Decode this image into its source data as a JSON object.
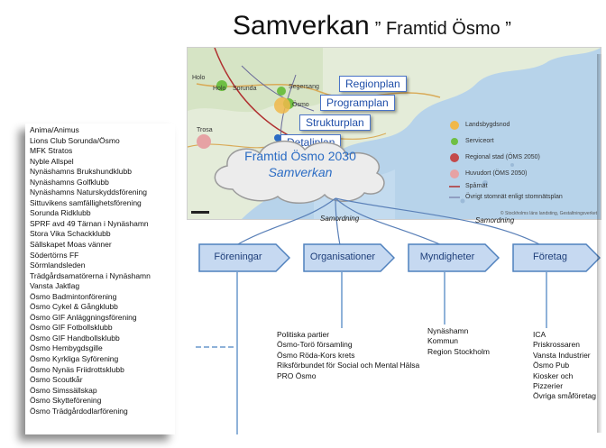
{
  "title": {
    "main": "Samverkan",
    "sub": "” Framtid Ösmo ”"
  },
  "map": {
    "places": [
      "Sorunda",
      "Holo",
      "Segersang",
      "Ösmo",
      "Trosa"
    ],
    "plans": [
      "Regionplan",
      "Programplan",
      "Strukturplan",
      "Detaljplan"
    ],
    "legend": [
      {
        "label": "Landsbygdsnod",
        "color": "#f0b84a",
        "shape": "circle"
      },
      {
        "label": "Serviceort",
        "color": "#6fbf44",
        "shape": "circle"
      },
      {
        "label": "Regional stad (ÖMS 2050)",
        "color": "#c3494b",
        "shape": "circle"
      },
      {
        "label": "Huvudort (ÖMS 2050)",
        "color": "#e6a2a4",
        "shape": "circle"
      },
      {
        "label": "Spårnät",
        "color": "#b03030",
        "shape": "line"
      },
      {
        "label": "Övrigt stomnät enligt stomnätsplan",
        "color": "#6a6a9a",
        "shape": "line"
      }
    ],
    "copyright": "© Stockholms läns landsting, Gestaltningsverket"
  },
  "cloud": {
    "title": "Framtid Ösmo 2030",
    "subtitle": "Samverkan"
  },
  "samordning": [
    "Samordning",
    "Samordning"
  ],
  "categories": [
    {
      "label": "Föreningar"
    },
    {
      "label": "Organisationer"
    },
    {
      "label": "Myndigheter"
    },
    {
      "label": "Företag"
    }
  ],
  "colors": {
    "arrow_fill": "#c6d9f1",
    "arrow_stroke": "#4f81bd",
    "line": "#8fb2d9",
    "accent_text": "#1f4ea8"
  },
  "foreningar": [
    "Anima/Animus",
    "Lions Club Sorunda/Ösmo",
    "MFK Stratos",
    "Nyble Allspel",
    "Nynäshamns Brukshundklubb",
    "Nynäshamns Golfklubb",
    "Nynäshamns Naturskyddsförening",
    "Sittuvikens samfällighetsförening",
    "Sorunda  Ridklubb",
    "SPRF avd 49 Tärnan i Nynäshamn",
    "Stora Vika Schackklubb",
    "Sällskapet Moas vänner",
    "Södertörns FF",
    "Sörmlandsleden",
    "Trädgårdsamatörerna i Nynäshamn",
    "Vansta Jaktlag",
    "Ösmo Badmintonförening",
    "Ösmo Cykel & Gångklubb",
    "Ösmo GIF Anläggningsförening",
    "Ösmo GIF Fotbollsklubb",
    "Ösmo GIF Handbollsklubb",
    "Ösmo Hembygdsgille",
    "Ösmo Kyrkliga Syförening",
    "Ösmo Nynäs Friidrottsklubb",
    "Ösmo Scoutkår",
    "Ösmo Simssällskap",
    "Ösmo Skytteförening",
    "Ösmo Trädgårdodlarförening"
  ],
  "organisationer": [
    "Politiska partier",
    "Ösmo-Torö församling",
    "Ösmo Röda-Kors krets",
    "Riksförbundet för Social och Mental Hälsa",
    "PRO Ösmo"
  ],
  "myndigheter": [
    "Nynäshamn",
    "Kommun",
    "Region Stockholm"
  ],
  "foretag": [
    "ICA",
    "Priskrossaren",
    "Vansta Industrier",
    "Ösmo Pub",
    "Kiosker och",
    "Pizzerier",
    "Övriga småföretag"
  ]
}
